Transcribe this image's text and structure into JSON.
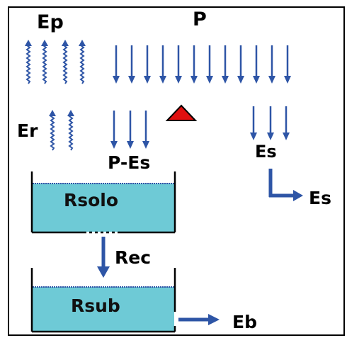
{
  "labels": {
    "ep": "Ep",
    "p": "P",
    "er": "Er",
    "p_es": "P-Es",
    "es_top": "Es",
    "es_side": "Es",
    "rec": "Rec",
    "eb": "Eb"
  },
  "reservoirs": {
    "soil": "Rsolo",
    "sub": "Rsub"
  },
  "colors": {
    "arrow": "#2e55a6",
    "water": "#6ecad6",
    "water_surface": "#2e55a6",
    "tank_wall": "#000000",
    "triangle_fill": "#e01010",
    "triangle_edge": "#000000",
    "frame": "#000000"
  }
}
